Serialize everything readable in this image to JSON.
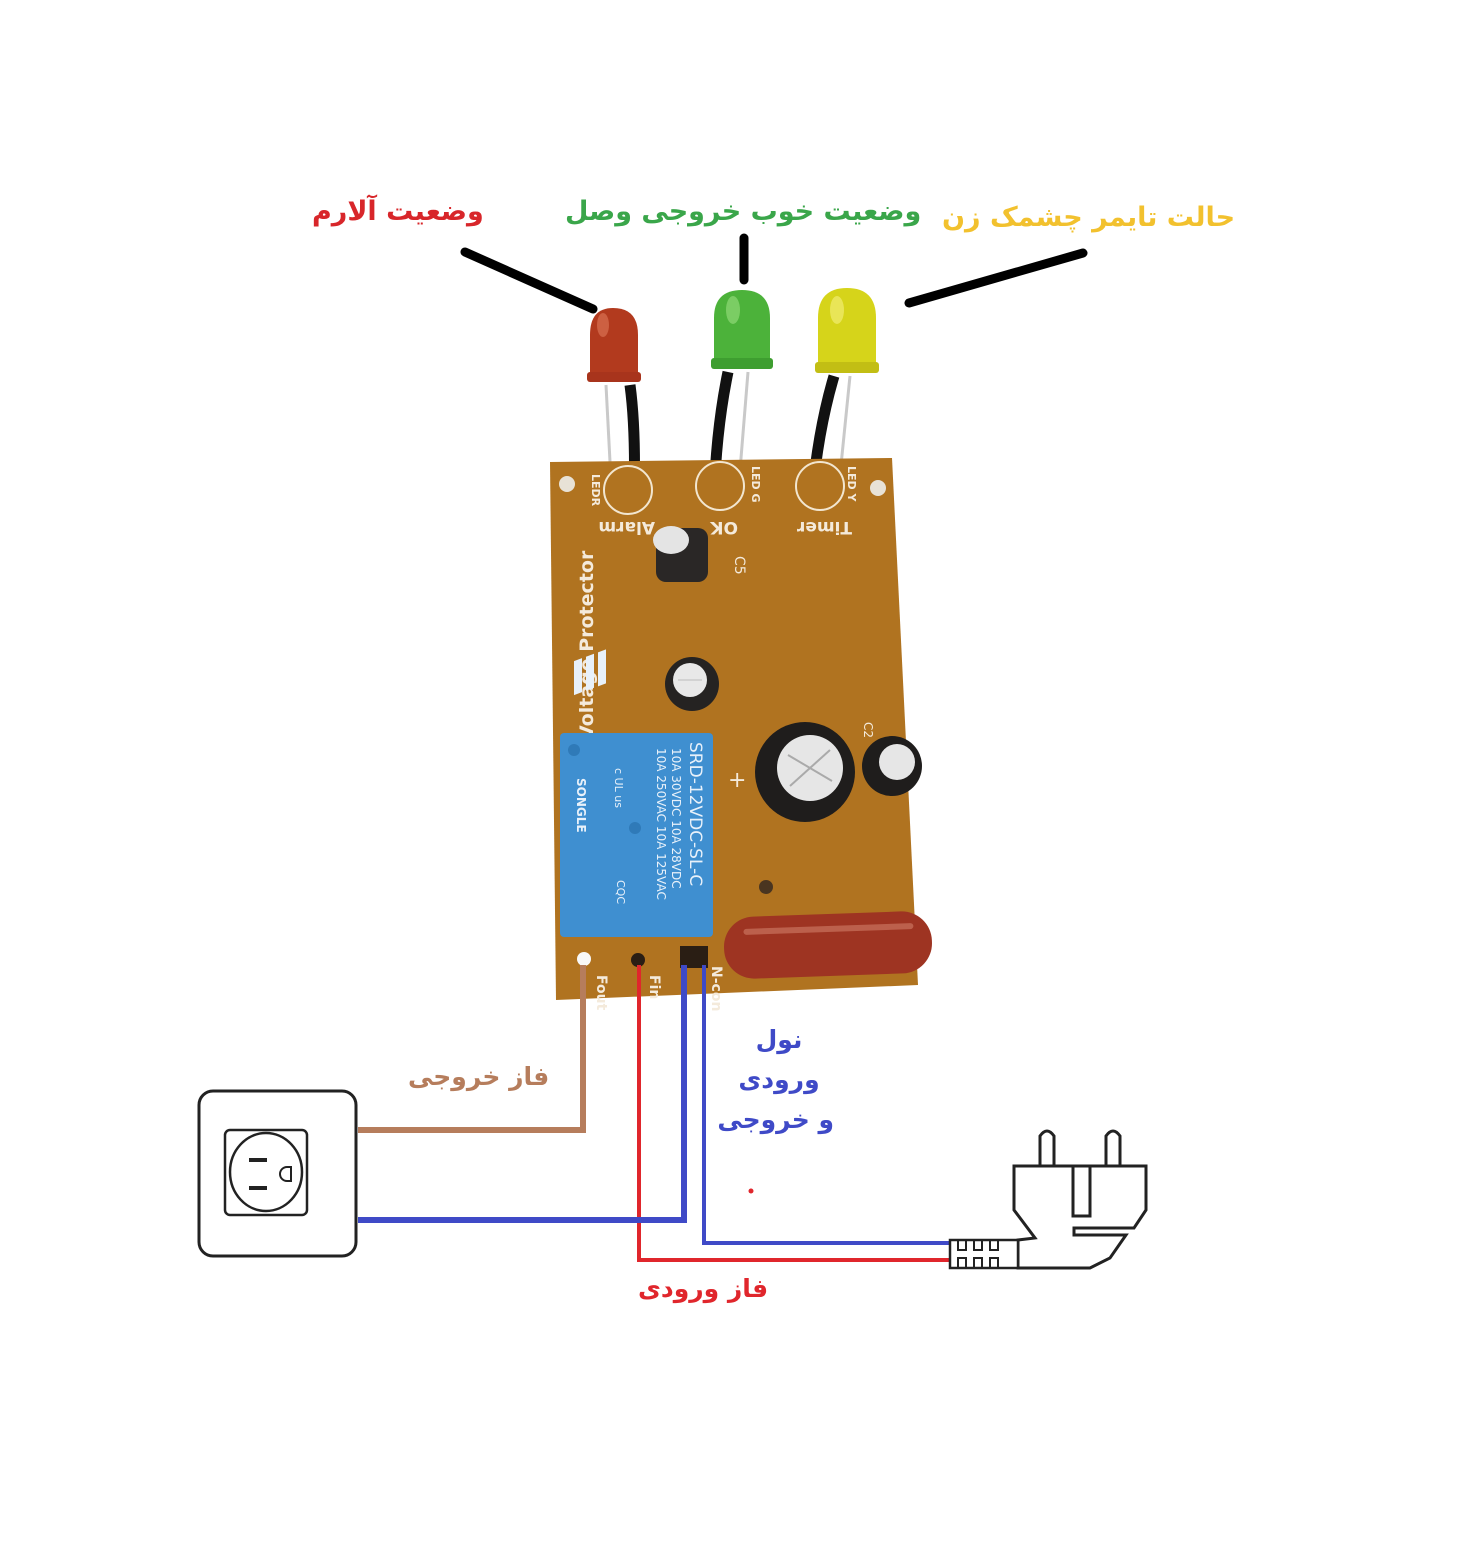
{
  "colors": {
    "alarm": "#d8262a",
    "ok": "#3aa64a",
    "timer": "#f2c12e",
    "phase_out": "#b67d5c",
    "neutral": "#3f4ac7",
    "phase_in": "#e0262c",
    "pcb": "#b07320",
    "relay": "#3f8fd0",
    "pointer": "#000000"
  },
  "callouts": {
    "alarm_status": "وضعیت آلارم",
    "ok_output_status": "وضعیت خوب خروجی وصل",
    "timer_blink_mode": "حالت تایمر چشمک زن",
    "phase_output": "فاز خروجی",
    "neutral_line1": "نول",
    "neutral_line2": "ورودی",
    "neutral_line3": "و خروجی",
    "phase_input": "فاز ورودی"
  },
  "board": {
    "title": "Voltage Protector",
    "led_labels": [
      "LEDR",
      "LED G",
      "LED Y"
    ],
    "indicator_labels": [
      "Alarm",
      "OK",
      "Timer"
    ],
    "capacitor_labels": [
      "C5",
      "C2"
    ],
    "terminal_labels": [
      "Fout",
      "Fin",
      "N-con"
    ],
    "relay": {
      "brand": "SONGLE",
      "rating_line1": "10A 250VAC  10A 125VAC",
      "rating_line2": "10A 30VDC  10A 28VDC",
      "model": "SRD-12VDC-SL-C",
      "cert": "CQC",
      "ul_mark": "c UL us"
    }
  },
  "devices": {
    "outlet": "wall-socket",
    "plug": "power-plug"
  }
}
